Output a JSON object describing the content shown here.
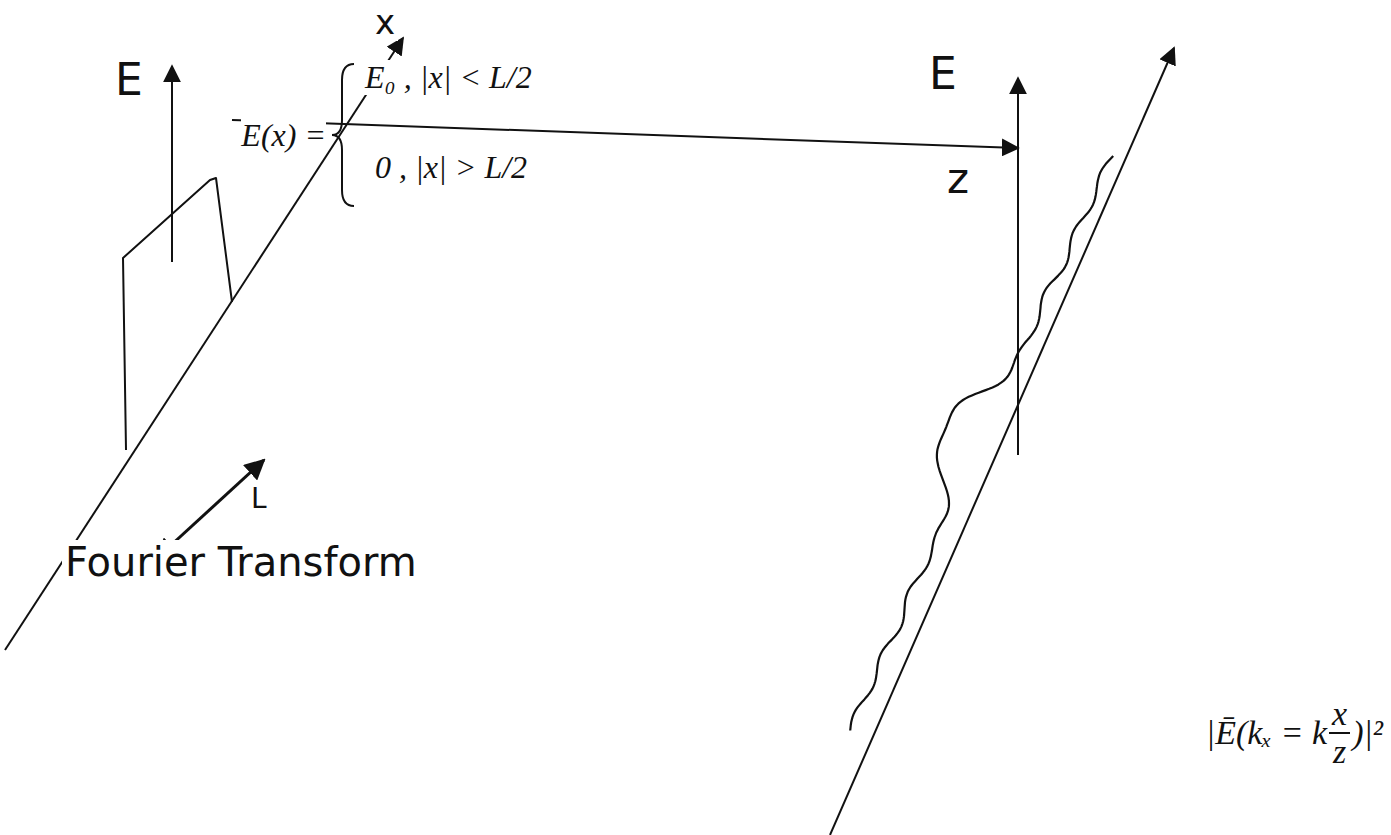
{
  "diagram": {
    "labels": [
      "E",
      "x",
      "E(x) =",
      "E₀ ,  |x| < L/2",
      "0 ,  |x| > L/2",
      "L",
      "z",
      "E",
      "Fourier Transform",
      "|Ē(kₓ = k",
      "x",
      "z",
      ")|²"
    ]
  }
}
